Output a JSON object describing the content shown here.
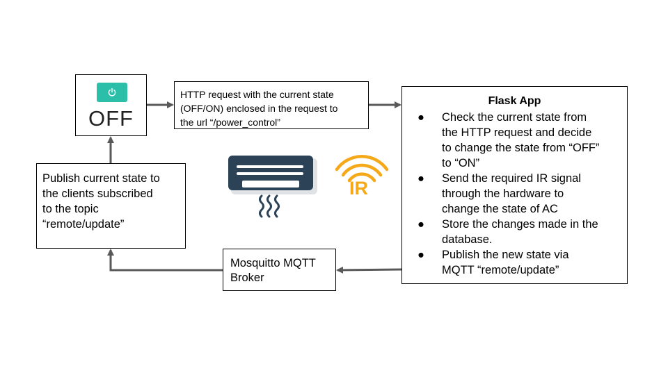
{
  "power_node": {
    "label": "OFF",
    "icon": "power-icon",
    "button_color": "#2bbfa9"
  },
  "http_request": {
    "lines": [
      "HTTP request with the current state",
      "(OFF/ON) enclosed in the request to",
      "the url  “/power_control”"
    ]
  },
  "flask_app": {
    "title": "Flask App",
    "bullet": "●",
    "items": [
      {
        "lines": [
          "Check the current state from",
          "the HTTP request and decide",
          "to change the state from “OFF”",
          "to “ON”"
        ]
      },
      {
        "lines": [
          "Send the required IR signal",
          "through the hardware to",
          "change the state of AC"
        ]
      },
      {
        "lines": [
          "Store the changes made in the",
          "database."
        ]
      },
      {
        "lines": [
          "Publish the new state via",
          "MQTT “remote/update”"
        ]
      }
    ]
  },
  "publish_node": {
    "lines": [
      "Publish current state to",
      "the clients subscribed",
      "to the topic",
      "“remote/update”"
    ]
  },
  "mqtt_broker": {
    "lines": [
      "Mosquitto MQTT",
      "Broker"
    ]
  },
  "ir_icon": {
    "label": "IR",
    "color": "#f5a818"
  },
  "ac_icon": {
    "name": "air-conditioner-icon",
    "color": "#2c4257"
  },
  "connector_color": "#595959"
}
